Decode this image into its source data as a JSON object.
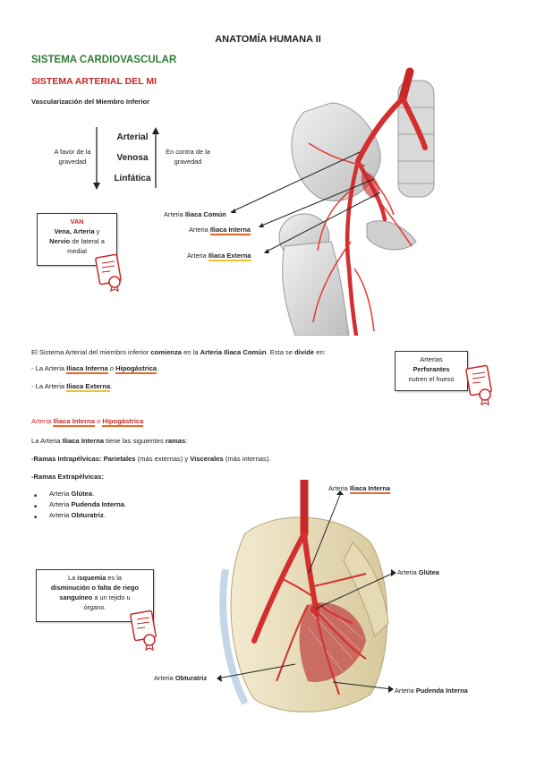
{
  "title": "ANATOMÍA HUMANA II",
  "section": "SISTEMA CARDIOVASCULAR",
  "subsection": "SISTEMA ARTERIAL DEL MI",
  "heading": "Vascularización del Miembro Inferior",
  "flow": {
    "left_label_1": "A favor de la",
    "left_label_2": "gravedad",
    "right_label_1": "En contra de la",
    "right_label_2": "gravedad",
    "items": [
      "Arterial",
      "Venosa",
      "Linfática"
    ]
  },
  "van_box": {
    "title": "VAN",
    "line1_a": "Vena, Arteria",
    "line1_b": " y",
    "line2_a": "Nervio",
    "line2_b": " de lateral a",
    "line3": "medial"
  },
  "fig1_labels": {
    "comun_pre": "Arteria ",
    "comun": "Iliaca Común",
    "interna_pre": "Arteria ",
    "interna": "Iliaca Interna",
    "externa_pre": "Arteria ",
    "externa": "Iliaca Externa"
  },
  "intro": {
    "p1_a": "El Sistema Arterial del miembro inferior ",
    "p1_b": "comienza",
    "p1_c": " en la ",
    "p1_d": "Arteria Iliaca Común",
    "p1_e": ". Esta se ",
    "p1_f": "divide",
    "p1_g": " en:",
    "li1_a": "- La Arteria ",
    "li1_b": "Iliaca Interna",
    "li1_c": " o ",
    "li1_d": "Hipogástrica",
    "li1_e": ".",
    "li2_a": "- La Arteria ",
    "li2_b": "Iliaca Externa",
    "li2_c": "."
  },
  "perf_box": {
    "l1": "Arterias",
    "l2": "Perforantes",
    "l3": "nutren el hueso"
  },
  "sec2": {
    "h_a": "Arteria ",
    "h_b": "Iliaca Interna",
    "h_c": " o ",
    "h_d": "Hipogástrica",
    "p1_a": "La Arteria ",
    "p1_b": "Iliaca Interna",
    "p1_c": " tiene las siguientes ",
    "p1_d": "ramas",
    "p1_e": ":",
    "p2_a": "-Ramas Intrapélvicas: Parietales",
    "p2_b": " (más externas) y ",
    "p2_c": "Viscerales",
    "p2_d": " (más internas).",
    "p3": "-Ramas Extrapélvicas:",
    "bullets": [
      {
        "pre": "Arteria ",
        "bold": "Glútea",
        "post": "."
      },
      {
        "pre": "Arteria ",
        "bold": "Pudenda Interna",
        "post": "."
      },
      {
        "pre": "Arteria ",
        "bold": "Obturatriz",
        "post": "."
      }
    ]
  },
  "isq_box": {
    "l1_a": "La ",
    "l1_b": "isquemia",
    "l1_c": " es la",
    "l2": "disminución o falta de riego",
    "l3_a": "sanguíneo",
    "l3_b": " a un tejido u",
    "l4": "órgano."
  },
  "fig2_labels": {
    "interna_pre": "Arteria ",
    "interna": "Iliaca Interna",
    "glutea_pre": "Arteria ",
    "glutea": "Glútea",
    "obturatriz_pre": "Arteria ",
    "obturatriz": "Obturatriz",
    "pudenda_pre": "Arteria ",
    "pudenda": "Pudenda Interna"
  }
}
